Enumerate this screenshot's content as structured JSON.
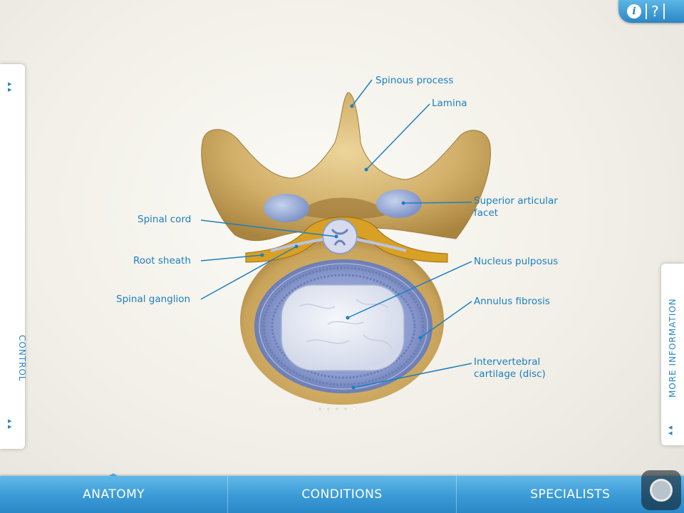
{
  "header": {
    "info_label": "i",
    "help_label": "?"
  },
  "side_panels": {
    "control_label": "CONTROL",
    "more_info_label": "MORE INFORMATION"
  },
  "labels": {
    "spinous_process": "Spinous process",
    "lamina": "Lamina",
    "superior_articular_facet": "Superior articular facet",
    "spinal_cord": "Spinal cord",
    "root_sheath": "Root sheath",
    "spinal_ganglion": "Spinal ganglion",
    "nucleus_pulposus": "Nucleus pulposus",
    "annulus_fibrosis": "Annulus fibrosis",
    "intervertebral_cartilage": "Intervertebral cartilage (disc)"
  },
  "pagination": {
    "total": 5,
    "active_index": 4
  },
  "bottom_nav": {
    "items": [
      "ANATOMY",
      "CONDITIONS",
      "SPECIALISTS"
    ],
    "selected": "ANATOMY"
  },
  "colors": {
    "accent": "#2b86c4",
    "label_text": "#1c7fbf",
    "bone": "#d9b873",
    "disc": "#8f9fcf",
    "nerve_sheath": "#d8a024"
  }
}
